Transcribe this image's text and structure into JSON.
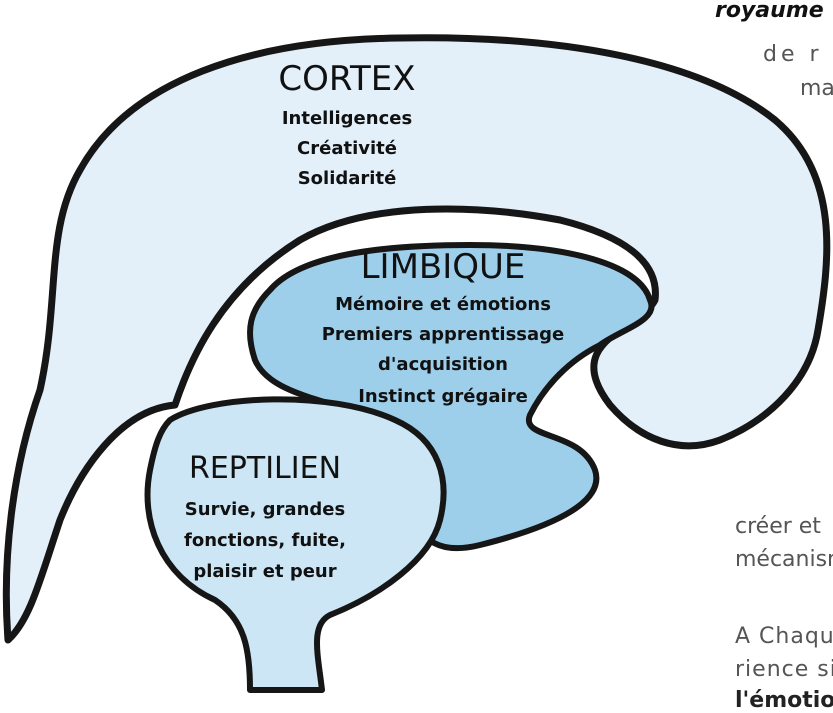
{
  "colors": {
    "cortex_fill": "#e3eff9",
    "limbique_fill": "#9dcfeb",
    "reptilien_fill": "#cde6f5",
    "outline": "#161616"
  },
  "cortex": {
    "title": "CORTEX",
    "lines": [
      "Intelligences",
      "Créativité",
      "Solidarité"
    ]
  },
  "limbique": {
    "title": "LIMBIQUE",
    "lines": [
      "Mémoire et émotions",
      "Premiers apprentissage",
      "d'acquisition",
      "Instinct grégaire"
    ]
  },
  "reptilien": {
    "title": "REPTILIEN",
    "lines": [
      "Survie, grandes",
      "fonctions, fuite,",
      "plaisir et peur"
    ]
  },
  "side_text": {
    "l1": "royaume",
    "l2": "de  r",
    "l3": "ma",
    "l4": "créer et",
    "l5": "mécanism",
    "l6": "A  Chaqu",
    "l7": "rience  si",
    "l8": "l'émotion"
  }
}
